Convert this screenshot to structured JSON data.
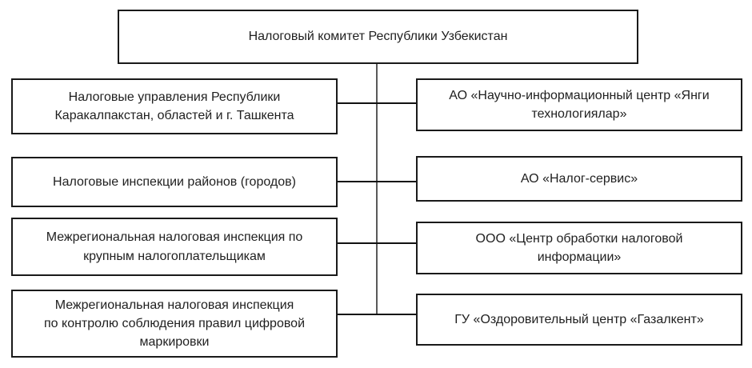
{
  "chart": {
    "type": "org-chart",
    "root": {
      "label": "Налоговый комитет Республики Узбекистан"
    },
    "left_column": [
      {
        "label": "Налоговые управления Республики\nКаракалпакстан, областей и г. Ташкента"
      },
      {
        "label": "Налоговые инспекции районов (городов)"
      },
      {
        "label": "Межрегиональная налоговая инспекция по\nкрупным налогоплательщикам"
      },
      {
        "label": "Межрегиональная налоговая инспекция\nпо контролю соблюдения правил цифровой\nмаркировки"
      }
    ],
    "right_column": [
      {
        "label": "АО «Научно-информационный центр «Янги\nтехнологиялар»"
      },
      {
        "label": "АО «Налог-сервис»"
      },
      {
        "label": "ООО «Центр обработки налоговой\nинформации»"
      },
      {
        "label": "ГУ «Оздоровительный центр «Газалкент»"
      }
    ],
    "colors": {
      "background": "#ffffff",
      "box_border": "#1a1a1a",
      "text": "#1f1f1f",
      "connector_horizontal": "#111111",
      "connector_vertical": "#595959"
    }
  }
}
